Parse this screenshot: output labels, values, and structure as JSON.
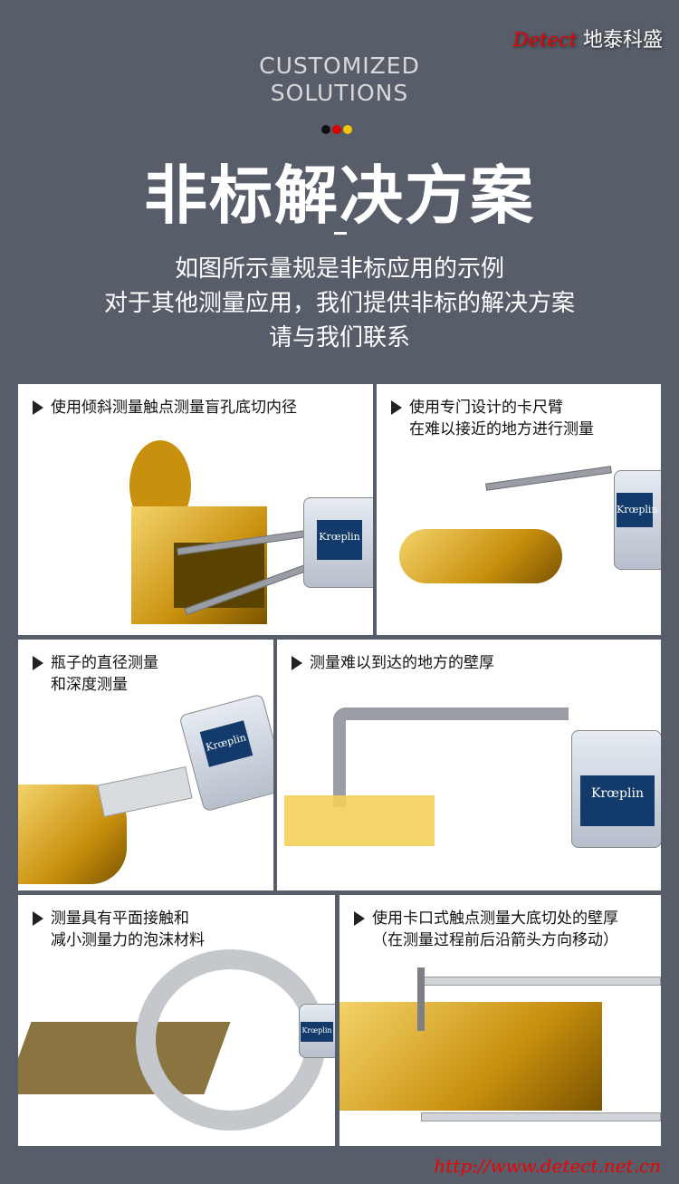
{
  "brand": {
    "en": "Detect",
    "cn": "地泰科盛"
  },
  "header": {
    "subtitle_line1": "CUSTOMIZED",
    "subtitle_line2": "SOLUTIONS",
    "dot_colors": [
      "#111111",
      "#dd0000",
      "#f5c400"
    ],
    "title": "非标解决方案",
    "desc": [
      "如图所示量规是非标应用的示例",
      "对于其他测量应用，我们提供非标的解决方案",
      "请与我们联系"
    ]
  },
  "panels": [
    {
      "lines": [
        "使用倾斜测量触点测量盲孔底切内径"
      ],
      "gauge": "Krœplin"
    },
    {
      "lines": [
        "使用专门设计的卡尺臂",
        "在难以接近的地方进行测量"
      ],
      "gauge": "Krœplin"
    },
    {
      "lines": [
        "瓶子的直径测量",
        "和深度测量"
      ],
      "gauge": "Krœplin"
    },
    {
      "lines": [
        "测量难以到达的地方的壁厚"
      ],
      "gauge": "Krœplin"
    },
    {
      "lines": [
        "测量具有平面接触和",
        "减小测量力的泡沫材料"
      ],
      "gauge": "Krœplin"
    },
    {
      "lines": [
        "使用卡口式触点测量大底切处的壁厚",
        "（在测量过程前后沿箭头方向移动）"
      ]
    }
  ],
  "footer": {
    "url": "http://www.detect.net.cn"
  }
}
